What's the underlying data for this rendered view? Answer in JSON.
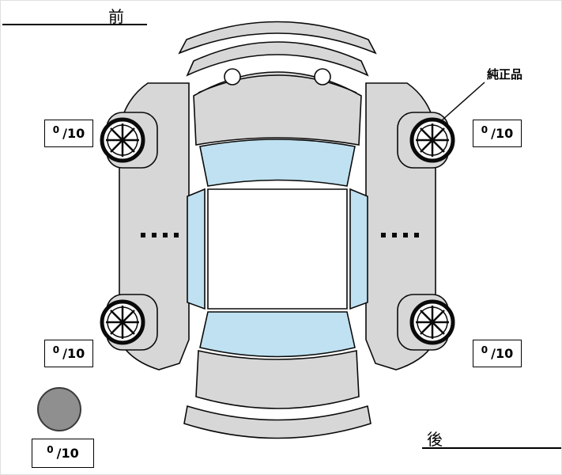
{
  "labels": {
    "front": "前",
    "rear": "後",
    "genuine_part": "純正品"
  },
  "tire_scores": {
    "front_left": {
      "value": "0",
      "denominator": "/10"
    },
    "front_right": {
      "value": "0",
      "denominator": "/10"
    },
    "rear_left": {
      "value": "0",
      "denominator": "/10"
    },
    "rear_right": {
      "value": "0",
      "denominator": "/10"
    },
    "spare": {
      "value": "0",
      "denominator": "/10"
    }
  },
  "icons": {
    "wheel": "spoked-wheel",
    "spare_tire": "filled-gray-circle"
  },
  "colors": {
    "body_fill": "#d7d7d7",
    "glass_fill": "#bfe1f1",
    "roof_fill": "#ffffff",
    "wheel_fill": "#ffffff",
    "spare_tire_fill": "#8f8f8f",
    "outline": "#0a0a0a",
    "background": "#ffffff"
  }
}
